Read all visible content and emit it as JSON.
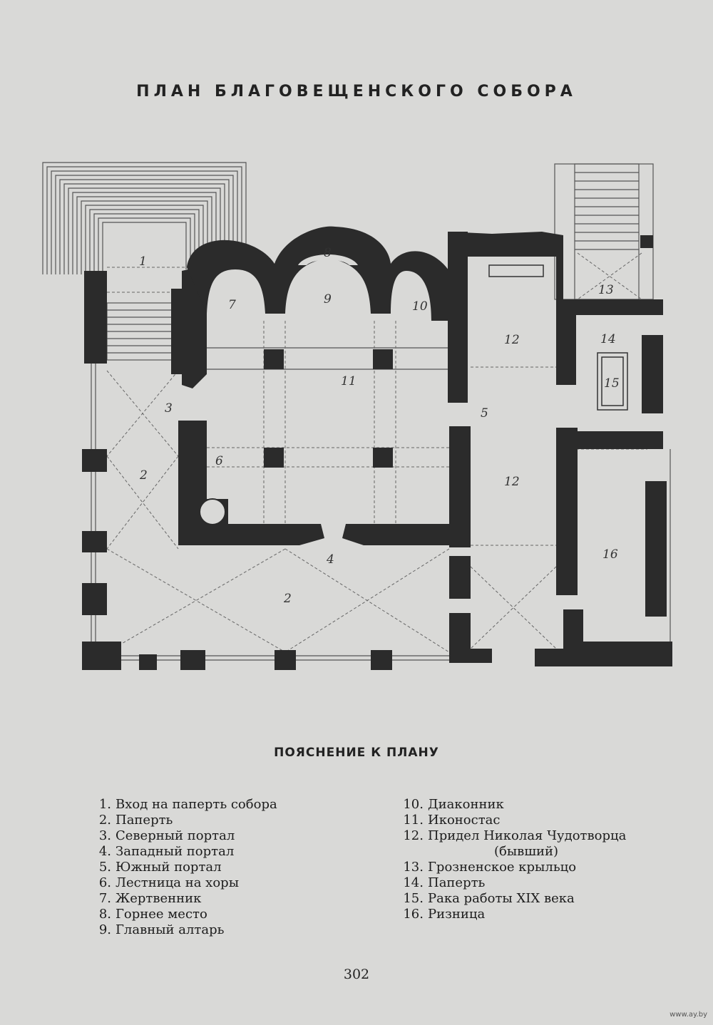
{
  "title": "ПЛАН БЛАГОВЕЩЕНСКОГО СОБОРА",
  "plan": {
    "room_labels": [
      "1",
      "2",
      "3",
      "4",
      "5",
      "6",
      "7",
      "8",
      "9",
      "10",
      "11",
      "12",
      "13",
      "14",
      "15",
      "16"
    ]
  },
  "legend": {
    "title": "ПОЯСНЕНИЕ К ПЛАНУ",
    "left": [
      {
        "num": "1.",
        "text": "Вход на паперть собора"
      },
      {
        "num": "2.",
        "text": "Паперть"
      },
      {
        "num": "3.",
        "text": "Северный портал"
      },
      {
        "num": "4.",
        "text": "Западный портал"
      },
      {
        "num": "5.",
        "text": "Южный портал"
      },
      {
        "num": "6.",
        "text": "Лестница на хоры"
      },
      {
        "num": "7.",
        "text": "Жертвенник"
      },
      {
        "num": "8.",
        "text": "Горнее место"
      },
      {
        "num": "9.",
        "text": "Главный алтарь"
      }
    ],
    "right": [
      {
        "num": "10.",
        "text": "Диаконник"
      },
      {
        "num": "11.",
        "text": "Иконостас"
      },
      {
        "num": "12.",
        "text": "Придел Николая Чудотворца",
        "cont": "(бывший)"
      },
      {
        "num": "13.",
        "text": "Грозненское крыльцо"
      },
      {
        "num": "14.",
        "text": "Паперть"
      },
      {
        "num": "15.",
        "text": "Рака работы XIX века"
      },
      {
        "num": "16.",
        "text": "Ризница"
      }
    ]
  },
  "page_number": "302",
  "watermark": "www.ay.by"
}
